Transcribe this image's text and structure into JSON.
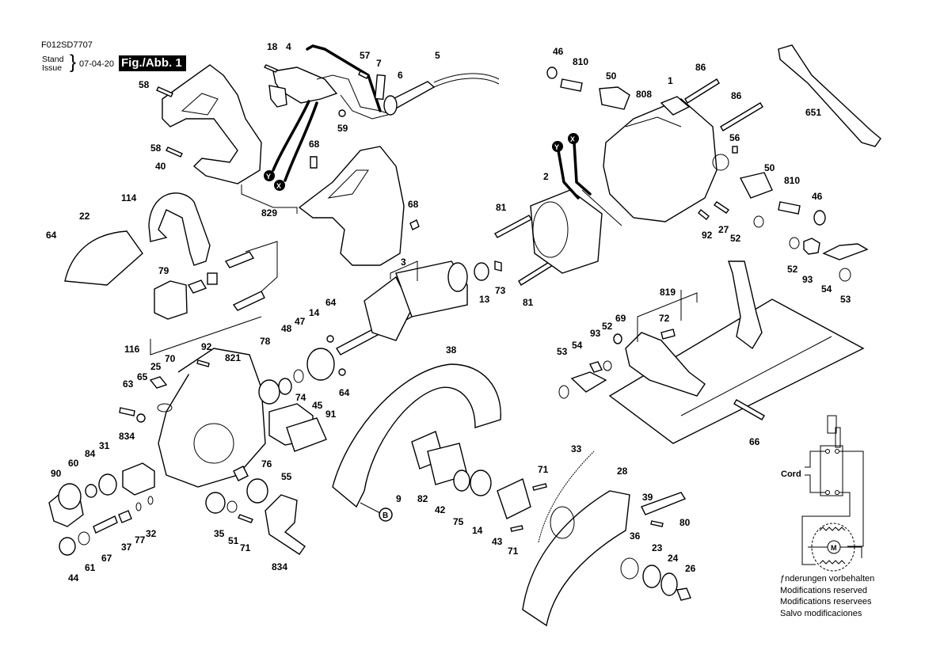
{
  "header": {
    "doc_code": "F012SD7707",
    "stand_label": "Stand",
    "issue_label": "Issue",
    "date": "07-04-20",
    "figure_label": "Fig./Abb. 1"
  },
  "markers": {
    "x": "X",
    "y": "Y",
    "b": "B"
  },
  "wiring": {
    "cord_label": "Cord",
    "motor_label": "M"
  },
  "notes": [
    "ƒnderungen vorbehalten",
    "Modifications reserved",
    "Modifications reservees",
    "Salvo modificaciones"
  ],
  "labels": {
    "p18": "18",
    "p4": "4",
    "p57": "57",
    "p7": "7",
    "p6": "6",
    "p5": "5",
    "p58a": "58",
    "p58b": "58",
    "p59": "59",
    "p68a": "68",
    "p68b": "68",
    "p829": "829",
    "p40": "40",
    "p114": "114",
    "p22": "22",
    "p64a": "64",
    "p79": "79",
    "p116": "116",
    "p46a": "46",
    "p810a": "810",
    "p50a": "50",
    "p808": "808",
    "p1": "1",
    "p86a": "86",
    "p86b": "86",
    "p651": "651",
    "p56": "56",
    "p50b": "50",
    "p810b": "810",
    "p46b": "46",
    "p2": "2",
    "p81a": "81",
    "p81b": "81",
    "p92a": "92",
    "p27": "27",
    "p52a": "52",
    "p52b": "52",
    "p93a": "93",
    "p54a": "54",
    "p53a": "53",
    "p3": "3",
    "p13": "13",
    "p73": "73",
    "p64b": "64",
    "p64c": "64",
    "p14a": "14",
    "p47": "47",
    "p48": "48",
    "p78": "78",
    "p92b": "92",
    "p821": "821",
    "p25": "25",
    "p70": "70",
    "p65": "65",
    "p63": "63",
    "p834a": "834",
    "p31": "31",
    "p84": "84",
    "p60": "60",
    "p90": "90",
    "p74": "74",
    "p45": "45",
    "p91": "91",
    "p76": "76",
    "p55": "55",
    "p35": "35",
    "p51": "51",
    "p71a": "71",
    "p834b": "834",
    "p37": "37",
    "p77": "77",
    "p32": "32",
    "p67": "67",
    "p61": "61",
    "p44": "44",
    "p38": "38",
    "p9": "9",
    "p82": "82",
    "p42": "42",
    "p75": "75",
    "p14b": "14",
    "p71b": "71",
    "p43": "43",
    "p71c": "71",
    "p33": "33",
    "p28": "28",
    "p39": "39",
    "p80": "80",
    "p36": "36",
    "p23": "23",
    "p24": "24",
    "p26": "26",
    "p819": "819",
    "p69": "69",
    "p72": "72",
    "p93b": "93",
    "p52c": "52",
    "p54b": "54",
    "p53b": "53",
    "p66": "66"
  }
}
